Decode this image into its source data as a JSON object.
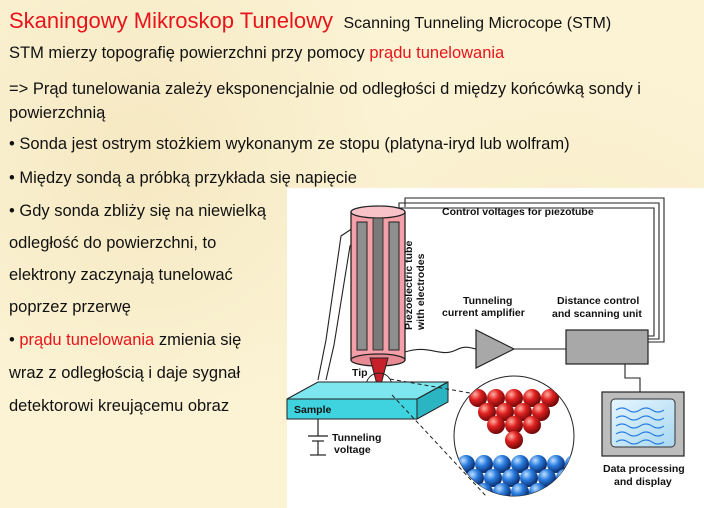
{
  "title": {
    "polish": "Skaningowy Mikroskop Tunelowy",
    "english": "Scanning Tunneling Microcope (STM)"
  },
  "intro": {
    "prefix": "STM mierzy topografię powierzchni przy pomocy ",
    "highlight": "prądu tunelowania"
  },
  "arrow_line_1": "=> Prąd tunelowania zależy eksponencjalnie od odległości d między końcówką sondy i",
  "arrow_line_2": "powierzchnią",
  "bullet_probe": "• Sonda jest ostrym stożkiem wykonanym ze stopu  (platyna-iryd lub wolfram)",
  "bullet_voltage": "• Między sondą a próbką przykłada się napięcie",
  "bullet_approach": {
    "line1": "• Gdy sonda zbliży się na niewielką",
    "line2": "odległość do powierzchni, to",
    "line3": "elektrony zaczynają tunelować",
    "line4": "poprzez przerwę"
  },
  "bullet_current": {
    "bullet": "• ",
    "highlight": "prądu tunelowania",
    "rest": " zmienia się",
    "line2": "wraz z odległością i daje sygnał",
    "line3": "detektorowi kreującemu obraz"
  },
  "diagram": {
    "control_voltages": "Control voltages for piezotube",
    "piezo_label_1": "Piezoelectric tube",
    "piezo_label_2": "with electrodes",
    "amplifier_label_1": "Tunneling",
    "amplifier_label_2": "current amplifier",
    "distance_label_1": "Distance control",
    "distance_label_2": "and scanning unit",
    "tip_label": "Tip",
    "sample_label": "Sample",
    "voltage_label_1": "Tunneling",
    "voltage_label_2": "voltage",
    "display_label_1": "Data processing",
    "display_label_2": "and display"
  },
  "colors": {
    "accent_red": "#e8141b",
    "sample_cyan": "#3fd3e0",
    "tube_pink": "#f5a0a8",
    "atom_red": "#d42020",
    "atom_blue": "#1e6fd0"
  }
}
